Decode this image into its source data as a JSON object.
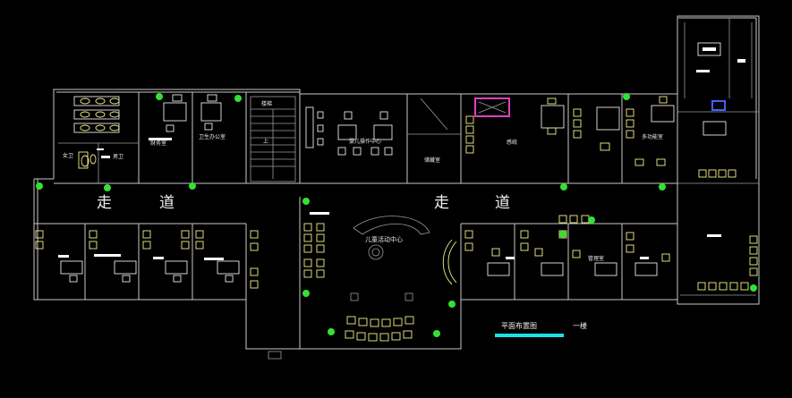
{
  "plan": {
    "title": "平面布置图",
    "floor": "一楼",
    "accent_color": "#1ce0e8",
    "highlight_color": "#e040c0",
    "plant_color": "#35e035",
    "chair_color": "#f2f08a"
  },
  "corridor": {
    "left": [
      "走",
      "道"
    ],
    "right": [
      "走",
      "道"
    ]
  },
  "rooms": {
    "female_wc": "女卫",
    "male_wc": "男卫",
    "office_a": "财务室",
    "office_b": "卫生办公室",
    "stairs": "楼梯",
    "stairs_up": "上",
    "hall_top": "婴儿操作中心",
    "storage": "储藏室",
    "special": "感统",
    "office_right": "多功能室",
    "center": "儿童活动中心",
    "office_lower": "管理室"
  }
}
